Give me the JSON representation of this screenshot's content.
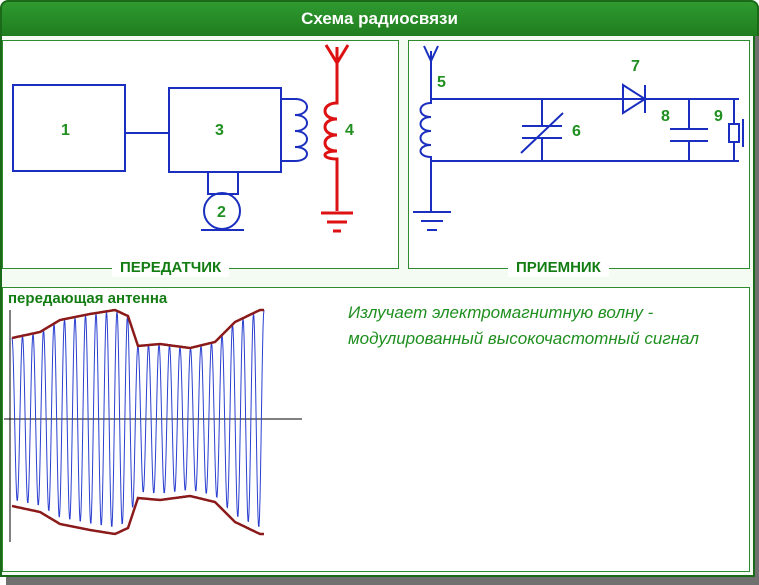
{
  "window": {
    "title": "Схема радиосвязи"
  },
  "transmitter": {
    "legend": "ПЕРЕДАТЧИК",
    "labels": [
      "1",
      "3",
      "2",
      "4"
    ]
  },
  "receiver": {
    "legend": "ПРИЕМНИК",
    "labels": [
      "5",
      "6",
      "7",
      "8",
      "9"
    ]
  },
  "waveform": {
    "title": "передающая антенна",
    "description": "Излучает электромагнитную волну - модулированный высокочастотный сигнал"
  },
  "colors": {
    "title_bar": "#1f7d1f",
    "label_text": "#1f8f1f",
    "circuit_blue": "#1a2fbf",
    "antenna_red": "#dd1111",
    "envelope": "#8b1a1a"
  }
}
